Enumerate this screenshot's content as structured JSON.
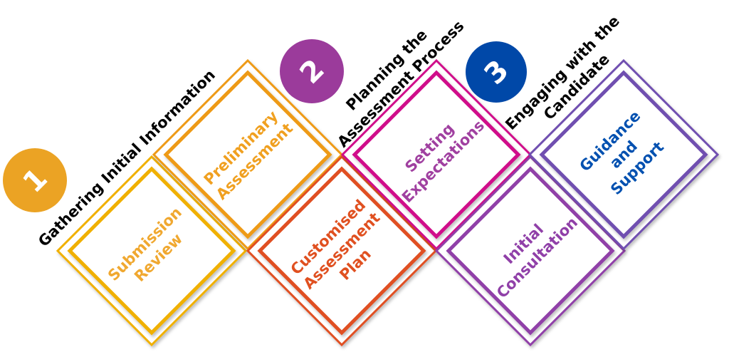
{
  "steps": [
    {
      "number": "1",
      "title": [
        "Gathering Initial Information"
      ],
      "color": "#EBA324"
    },
    {
      "number": "2",
      "title": [
        "Planning the",
        "Assessment Process"
      ],
      "color": "#9B3B9B"
    },
    {
      "number": "3",
      "title": [
        "Engaging with the",
        "Candidate"
      ],
      "color": "#0048A8"
    }
  ],
  "boxes": [
    {
      "lines": [
        "Submission",
        "Review"
      ],
      "border": "#F0B000",
      "text": "#F0A830"
    },
    {
      "lines": [
        "Preliminary",
        "Assessment"
      ],
      "border": "#EE9A14",
      "text": "#F0A020"
    },
    {
      "lines": [
        "Customised",
        "Assessment",
        "Plan"
      ],
      "border": "#E05020",
      "text": "#E05020"
    },
    {
      "lines": [
        "Setting",
        "Expectations"
      ],
      "border": "#D0108A",
      "text": "#A040A0"
    },
    {
      "lines": [
        "Initial",
        "Consultation"
      ],
      "border": "#9040A8",
      "text": "#9040A8"
    },
    {
      "lines": [
        "Guidance",
        "and",
        "Support"
      ],
      "border": "#7050B0",
      "text": "#0050B0"
    }
  ]
}
